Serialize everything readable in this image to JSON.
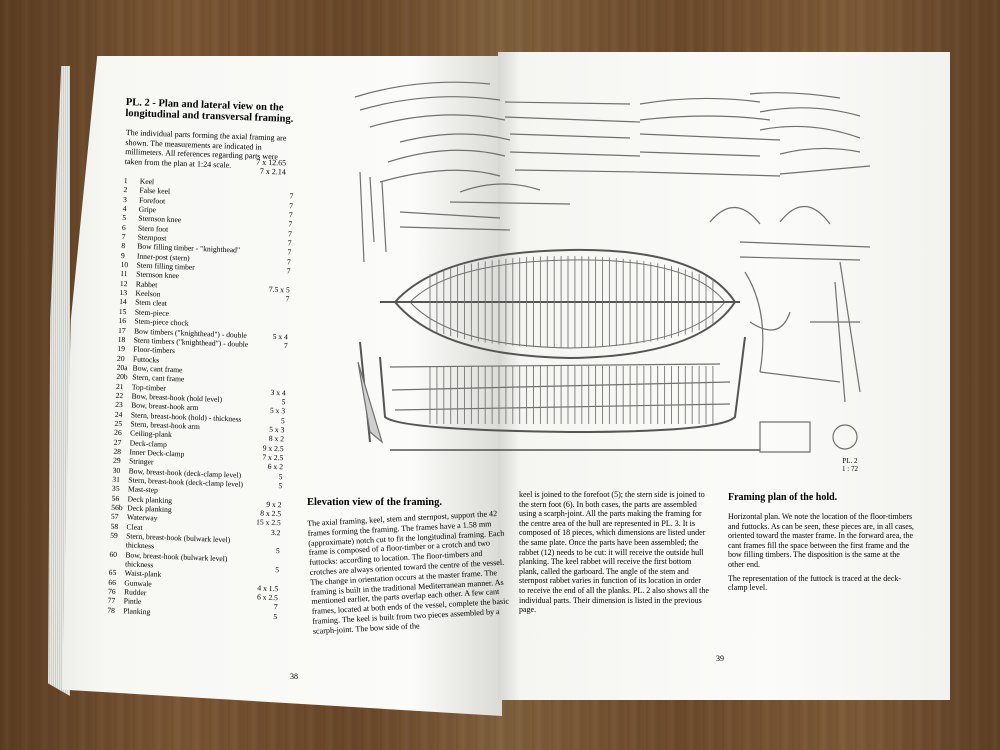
{
  "left_page": {
    "title": "PL. 2 - Plan and lateral view on the longitudinal and transversal framing.",
    "intro": "The individual parts forming the axial framing are shown. The measurements are indicated in millimeters. All references regarding parts were taken from the plan at 1:24 scale.",
    "header_dims": [
      "7 x 12.65",
      "7 x 2.14"
    ],
    "parts": [
      {
        "n": "1",
        "name": "Keel",
        "dim": ""
      },
      {
        "n": "2",
        "name": "False keel",
        "dim": "7"
      },
      {
        "n": "3",
        "name": "Forefoot",
        "dim": "7"
      },
      {
        "n": "4",
        "name": "Gripe",
        "dim": "7"
      },
      {
        "n": "5",
        "name": "Sternson knee",
        "dim": "7"
      },
      {
        "n": "6",
        "name": "Stern foot",
        "dim": "7"
      },
      {
        "n": "7",
        "name": "Sternpost",
        "dim": "7"
      },
      {
        "n": "8",
        "name": "Bow filling timber - \"knighthead\"",
        "dim": "7"
      },
      {
        "n": "9",
        "name": "Inner-post (stern)",
        "dim": "7"
      },
      {
        "n": "10",
        "name": "Stern filling timber",
        "dim": "7"
      },
      {
        "n": "11",
        "name": "Sternson knee",
        "dim": ""
      },
      {
        "n": "12",
        "name": "Rabbet",
        "dim": "7.5 x 5"
      },
      {
        "n": "13",
        "name": "Keelson",
        "dim": "7"
      },
      {
        "n": "14",
        "name": "Stem cleat",
        "dim": ""
      },
      {
        "n": "15",
        "name": "Stem-piece",
        "dim": ""
      },
      {
        "n": "16",
        "name": "Stem-piece chock",
        "dim": ""
      },
      {
        "n": "17",
        "name": "Bow timbers (\"knighthead\") - double",
        "dim": "5 x 4"
      },
      {
        "n": "18",
        "name": "Stern timbers (\"knighthead\") - double",
        "dim": "7"
      },
      {
        "n": "19",
        "name": "Floor-timbers",
        "dim": ""
      },
      {
        "n": "20",
        "name": "Futtocks",
        "dim": ""
      },
      {
        "n": "20a",
        "name": "Bow, cant frame",
        "dim": ""
      },
      {
        "n": "20b",
        "name": "Stern, cant frame",
        "dim": ""
      },
      {
        "n": "21",
        "name": "Top-timber",
        "dim": "3 x 4"
      },
      {
        "n": "22",
        "name": "Bow, breast-hook (hold level)",
        "dim": "5"
      },
      {
        "n": "23",
        "name": "Bow, breast-hook arm",
        "dim": "5 x 3"
      },
      {
        "n": "24",
        "name": "Stern, breast-hook (hold) - thickness",
        "dim": "5"
      },
      {
        "n": "25",
        "name": "Stern, breast-hook arm",
        "dim": "5 x 3"
      },
      {
        "n": "26",
        "name": "Ceiling-plank",
        "dim": "8 x 2"
      },
      {
        "n": "27",
        "name": "Deck-clamp",
        "dim": "9 x 2.5"
      },
      {
        "n": "28",
        "name": "Inner Deck-clamp",
        "dim": "7 x 2.5"
      },
      {
        "n": "29",
        "name": "Stringer",
        "dim": "6 x 2"
      },
      {
        "n": "30",
        "name": "Bow, breast-hook (deck-clamp level)",
        "dim": "5"
      },
      {
        "n": "31",
        "name": "Stern, breast-hook (deck-clamp level)",
        "dim": "5"
      },
      {
        "n": "35",
        "name": "Mast-step",
        "dim": ""
      },
      {
        "n": "56",
        "name": "Deck planking",
        "dim": "9 x 2"
      },
      {
        "n": "56b",
        "name": "Deck planking",
        "dim": "8 x 2.5"
      },
      {
        "n": "57",
        "name": "Waterway",
        "dim": "15 x 2.5"
      },
      {
        "n": "58",
        "name": "Cleat",
        "dim": "3.2"
      },
      {
        "n": "59",
        "name": "Stern, breast-hook (bulwark level)",
        "dim": ""
      },
      {
        "n": "",
        "name": "thickness",
        "dim": "5"
      },
      {
        "n": "60",
        "name": "Bow, breast-hook (bulwark level)",
        "dim": ""
      },
      {
        "n": "",
        "name": "thickness",
        "dim": "5"
      },
      {
        "n": "65",
        "name": "Waist-plank",
        "dim": ""
      },
      {
        "n": "66",
        "name": "Gunwale",
        "dim": "4 x 1.5"
      },
      {
        "n": "76",
        "name": "Rudder",
        "dim": "6 x 2.5"
      },
      {
        "n": "77",
        "name": "Pintle",
        "dim": "7"
      },
      {
        "n": "78",
        "name": "Planking",
        "dim": "5"
      }
    ],
    "elevation_heading": "Elevation view of the framing.",
    "elevation_text": "The axial framing, keel, stem and sternpost, support the 42 frames forming the framing. The frames have a 1.58 mm (approximate) notch cut to fit the longitudinal framing. Each frame is composed of a floor-timber or a crotch and two futtocks: according to location. The floor-timbers and crotches are always oriented toward the centre of the vessel. The change in orientation occurs at the master frame. The framing is built in the traditional Mediterranean manner. As mentioned earlier, the parts overlap each other. A few cant frames, located at both ends of the vessel, complete the basic framing. The keel is built from two pieces assembled by a scarph-joint. The bow side of the",
    "page_number": "38"
  },
  "right_page": {
    "col1_text": "keel is joined to the forefoot (5); the stern side is joined to the stern foot (6). In both cases, the parts are assembled using a scarph-joint. All the parts making the framing for the centre area of the hull are represented in PL. 3. It is composed of 18 pieces, which dimensions are listed under the same plate. Once the parts have been assembled; the rabbet (12) needs to be cut: it will receive the outside hull planking. The keel rabbet will receive the first bottom plank, called the garboard. The angle of the stem and sternpost rabbet varies in function of its location in order to receive the end of all the planks. PL. 2 also shows all the individual parts. Their dimension is listed in the previous page.",
    "hold_heading": "Framing plan of the hold.",
    "hold_text_1": "Horizontal plan. We note the location of the floor-timbers and futtocks. As can be seen, these pieces are, in all cases, oriented toward the master frame. In the forward area, the cant frames fill the space between the first frame and the bow filling timbers. The disposition is the same at the other end.",
    "hold_text_2": "The representation of the futtock is traced at the deck-clamp level.",
    "plate_label": "PL. 2",
    "plate_scale": "1 : 72",
    "page_number": "39"
  },
  "colors": {
    "paper": "#fbfbf9",
    "ink": "#1c1c1c",
    "wood": "#6b4a2c",
    "drawing": "#6f6f6f"
  }
}
